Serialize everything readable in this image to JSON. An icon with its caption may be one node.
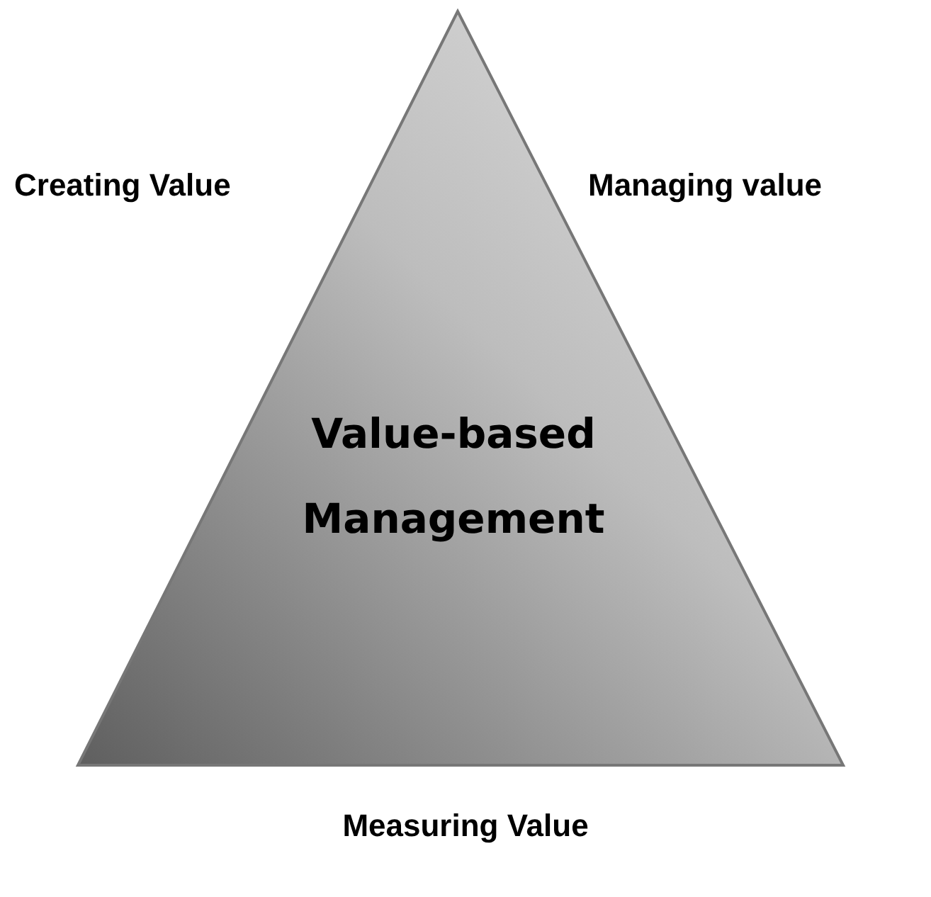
{
  "diagram": {
    "nodes": [
      {
        "text": [
          "Value-based Management"
        ]
      }
    ],
    "edges": [],
    "labels": [
      "Creating Value",
      "Managing value",
      "Measuring Value"
    ]
  }
}
